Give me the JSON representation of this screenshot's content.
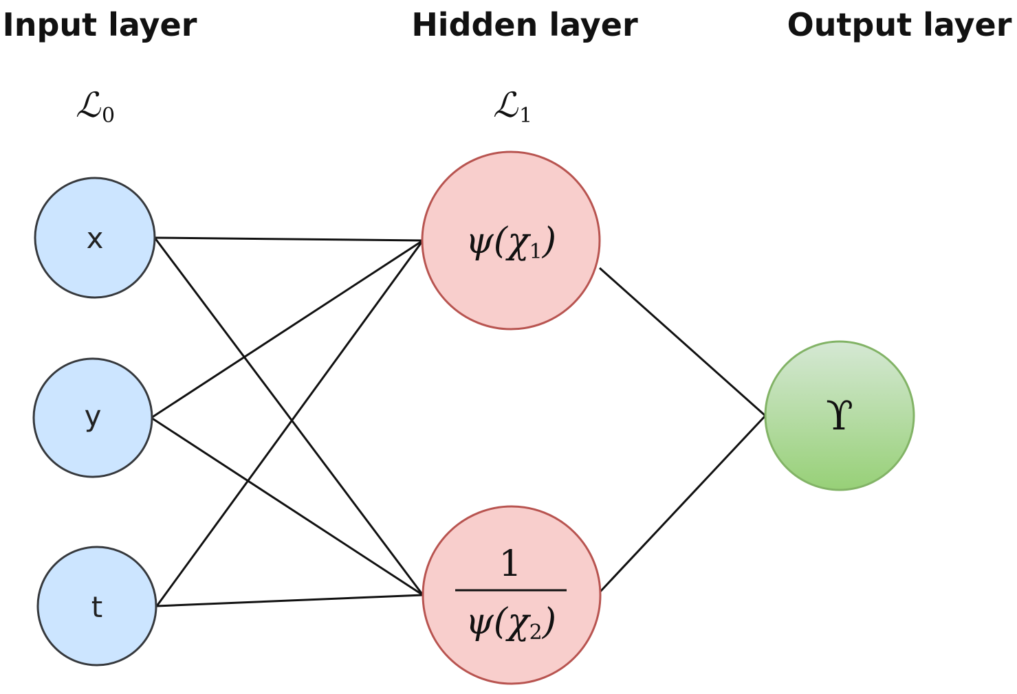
{
  "titles": {
    "input": "Input layer",
    "hidden": "Hidden layer",
    "output": "Output layer"
  },
  "symbols": {
    "input": {
      "base": "ℒ",
      "sub": "0"
    },
    "hidden": {
      "base": "ℒ",
      "sub": "1"
    }
  },
  "nodes": {
    "input": [
      "x",
      "y",
      "t"
    ],
    "hidden": [
      {
        "func": "ψ(χ",
        "sub": "1",
        "close": ")"
      },
      {
        "numerator": "1",
        "func": "ψ(χ",
        "sub": "2",
        "close": ")"
      }
    ],
    "output": "ϒ"
  },
  "colors": {
    "input_fill": "#cce5ff",
    "input_stroke": "#36393d",
    "hidden_fill": "#f8cecc",
    "hidden_stroke": "#b85450",
    "output_fill_top": "#d5e8d4",
    "output_fill_bottom": "#97d077",
    "output_stroke": "#82b366"
  }
}
